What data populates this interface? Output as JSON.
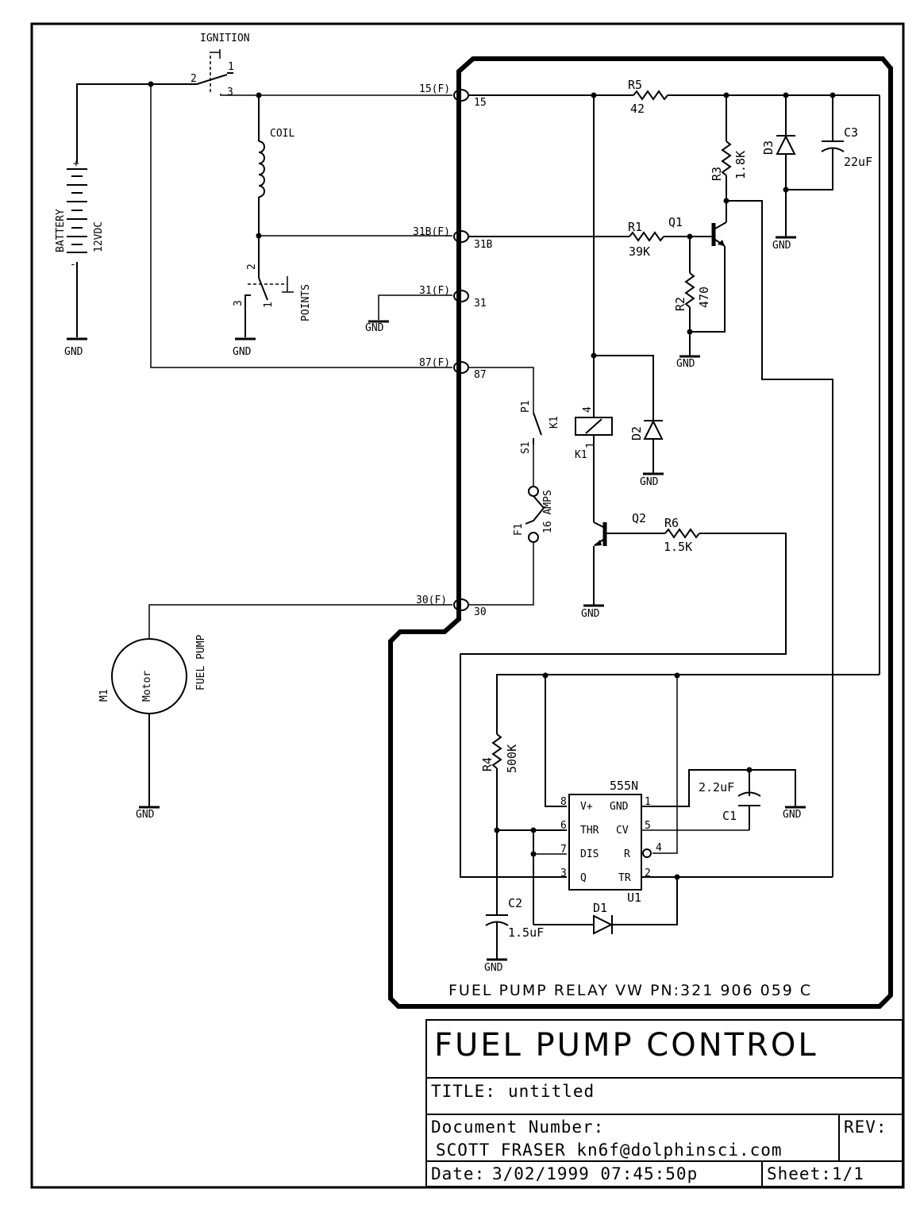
{
  "title_block": {
    "project_title": "FUEL PUMP CONTROL",
    "title_label": "TITLE:",
    "title_value": "untitled",
    "document_number_label": "Document Number:",
    "author": "SCOTT FRASER kn6f@dolphinsci.com",
    "rev_label": "REV:",
    "date_label": "Date:",
    "date_value": "3/02/1999 07:45:50p",
    "sheet_label": "Sheet:",
    "sheet_value": "1/1"
  },
  "relay_note": "FUEL PUMP RELAY  VW PN:321 906 059 C",
  "ground_label": "GND",
  "external": {
    "ignition": {
      "name": "IGNITION",
      "pins": [
        "1",
        "2",
        "3"
      ]
    },
    "battery": {
      "name": "BATTERY",
      "value": "12VDC",
      "plus": "+",
      "minus": "-"
    },
    "coil": {
      "name": "COIL"
    },
    "points": {
      "name": "POINTS",
      "pins": [
        "1",
        "2",
        "3"
      ]
    },
    "motor": {
      "ref": "M1",
      "name": "Motor",
      "label": "FUEL PUMP"
    }
  },
  "connectors": [
    {
      "outer": "15(F)",
      "inner": "15"
    },
    {
      "outer": "31B(F)",
      "inner": "31B"
    },
    {
      "outer": "31(F)",
      "inner": "31"
    },
    {
      "outer": "87(F)",
      "inner": "87"
    },
    {
      "outer": "30(F)",
      "inner": "30"
    }
  ],
  "components": {
    "R1": {
      "ref": "R1",
      "value": "39K"
    },
    "R2": {
      "ref": "R2",
      "value": "470"
    },
    "R3": {
      "ref": "R3",
      "value": "1.8K"
    },
    "R4": {
      "ref": "R4",
      "value": "500K"
    },
    "R5": {
      "ref": "R5",
      "value": "42"
    },
    "R6": {
      "ref": "R6",
      "value": "1.5K"
    },
    "C1": {
      "ref": "C1",
      "value": "2.2uF"
    },
    "C2": {
      "ref": "C2",
      "value": "1.5uF"
    },
    "C3": {
      "ref": "C3",
      "value": "22uF"
    },
    "D1": {
      "ref": "D1"
    },
    "D2": {
      "ref": "D2"
    },
    "D3": {
      "ref": "D3"
    },
    "Q1": {
      "ref": "Q1"
    },
    "Q2": {
      "ref": "Q2"
    },
    "K1": {
      "ref": "K1",
      "coil_pins": [
        "4",
        "1"
      ],
      "contact_pins": [
        "P1",
        "S1"
      ]
    },
    "F1": {
      "ref": "F1",
      "value": "16 AMPS"
    },
    "U1": {
      "ref": "U1",
      "part": "555N",
      "left_pins": [
        {
          "num": "8",
          "name": "V+"
        },
        {
          "num": "6",
          "name": "THR"
        },
        {
          "num": "7",
          "name": "DIS"
        },
        {
          "num": "3",
          "name": "Q"
        }
      ],
      "right_pins": [
        {
          "num": "1",
          "name": "GND"
        },
        {
          "num": "5",
          "name": "CV"
        },
        {
          "num": "4",
          "name": "R"
        },
        {
          "num": "2",
          "name": "TR"
        }
      ]
    }
  }
}
